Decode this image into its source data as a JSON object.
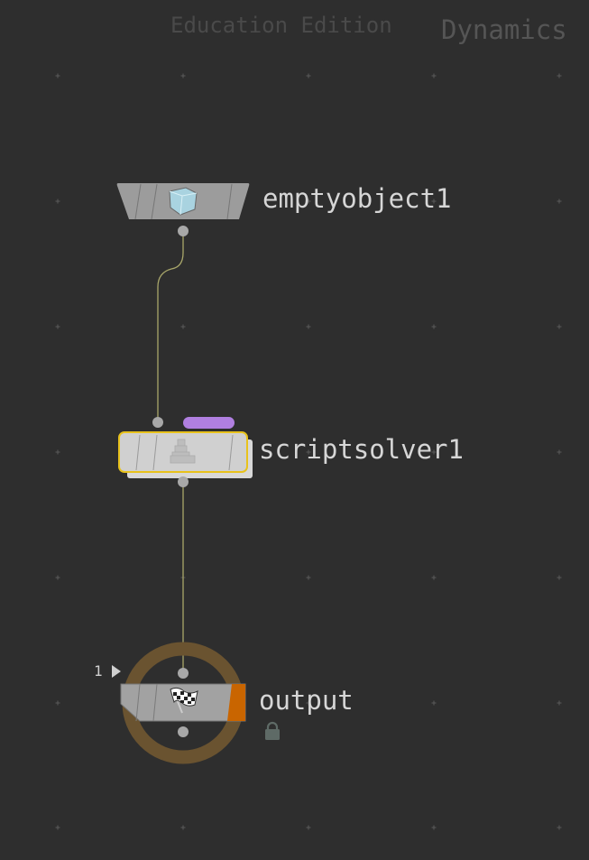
{
  "header": {
    "edition": "Education Edition",
    "context": "Dynamics"
  },
  "nodes": [
    {
      "name": "emptyobject1",
      "icon": "cube-icon"
    },
    {
      "name": "scriptsolver1",
      "icon": "solver-icon",
      "selected": true,
      "highlight_color": "#e8c21c",
      "badge_color": "#b07fe0"
    },
    {
      "name": "output",
      "icon": "checkered-flag-icon",
      "output_index": "1",
      "display_flag_color": "#c96500",
      "ring_color": "#6a5330",
      "locked": true
    }
  ],
  "wire_color": "#a8a66a"
}
